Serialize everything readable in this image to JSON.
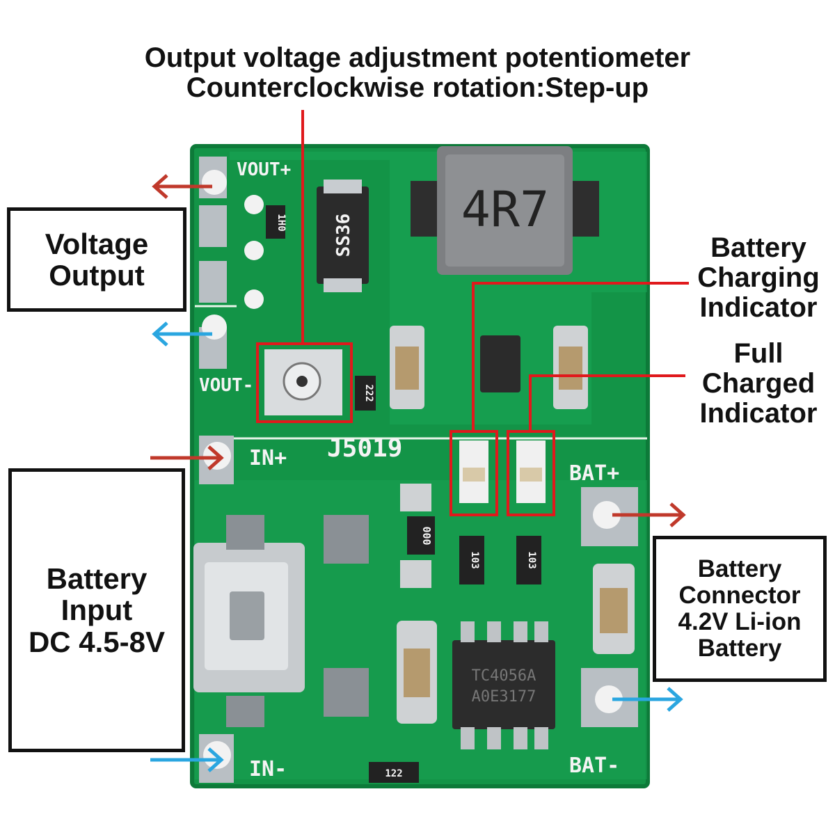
{
  "header": {
    "line1": "Output voltage adjustment potentiometer",
    "line2": "Counterclockwise rotation:Step-up"
  },
  "labels": {
    "voltage_output": [
      "Voltage",
      "Output"
    ],
    "battery_input": [
      "Battery",
      "Input",
      "DC 4.5-8V"
    ],
    "battery_charging": [
      "Battery",
      "Charging",
      "Indicator"
    ],
    "full_charged": [
      "Full",
      "Charged",
      "Indicator"
    ],
    "battery_connector": [
      "Battery",
      "Connector",
      "4.2V Li-ion",
      "Battery"
    ]
  },
  "silkscreen": {
    "vout_plus": "VOUT+",
    "vout_minus": "VOUT-",
    "in_plus": "IN+",
    "in_minus": "IN-",
    "bat_plus": "BAT+",
    "bat_minus": "BAT-",
    "board_id": "J5019"
  },
  "components": {
    "inductor": "4R7",
    "diode": "SS36",
    "res_top": "1H0",
    "res_pot": "222",
    "res_mid": "000",
    "res_a": "103",
    "res_b": "103",
    "res_bottom": "122",
    "ic_line1": "TC4056A",
    "ic_line2": "A0E3177"
  },
  "colors": {
    "pcb": "#139447",
    "highlight": "#e0191c",
    "arrow_positive": "#c0392b",
    "arrow_negative": "#2aa6e0"
  }
}
